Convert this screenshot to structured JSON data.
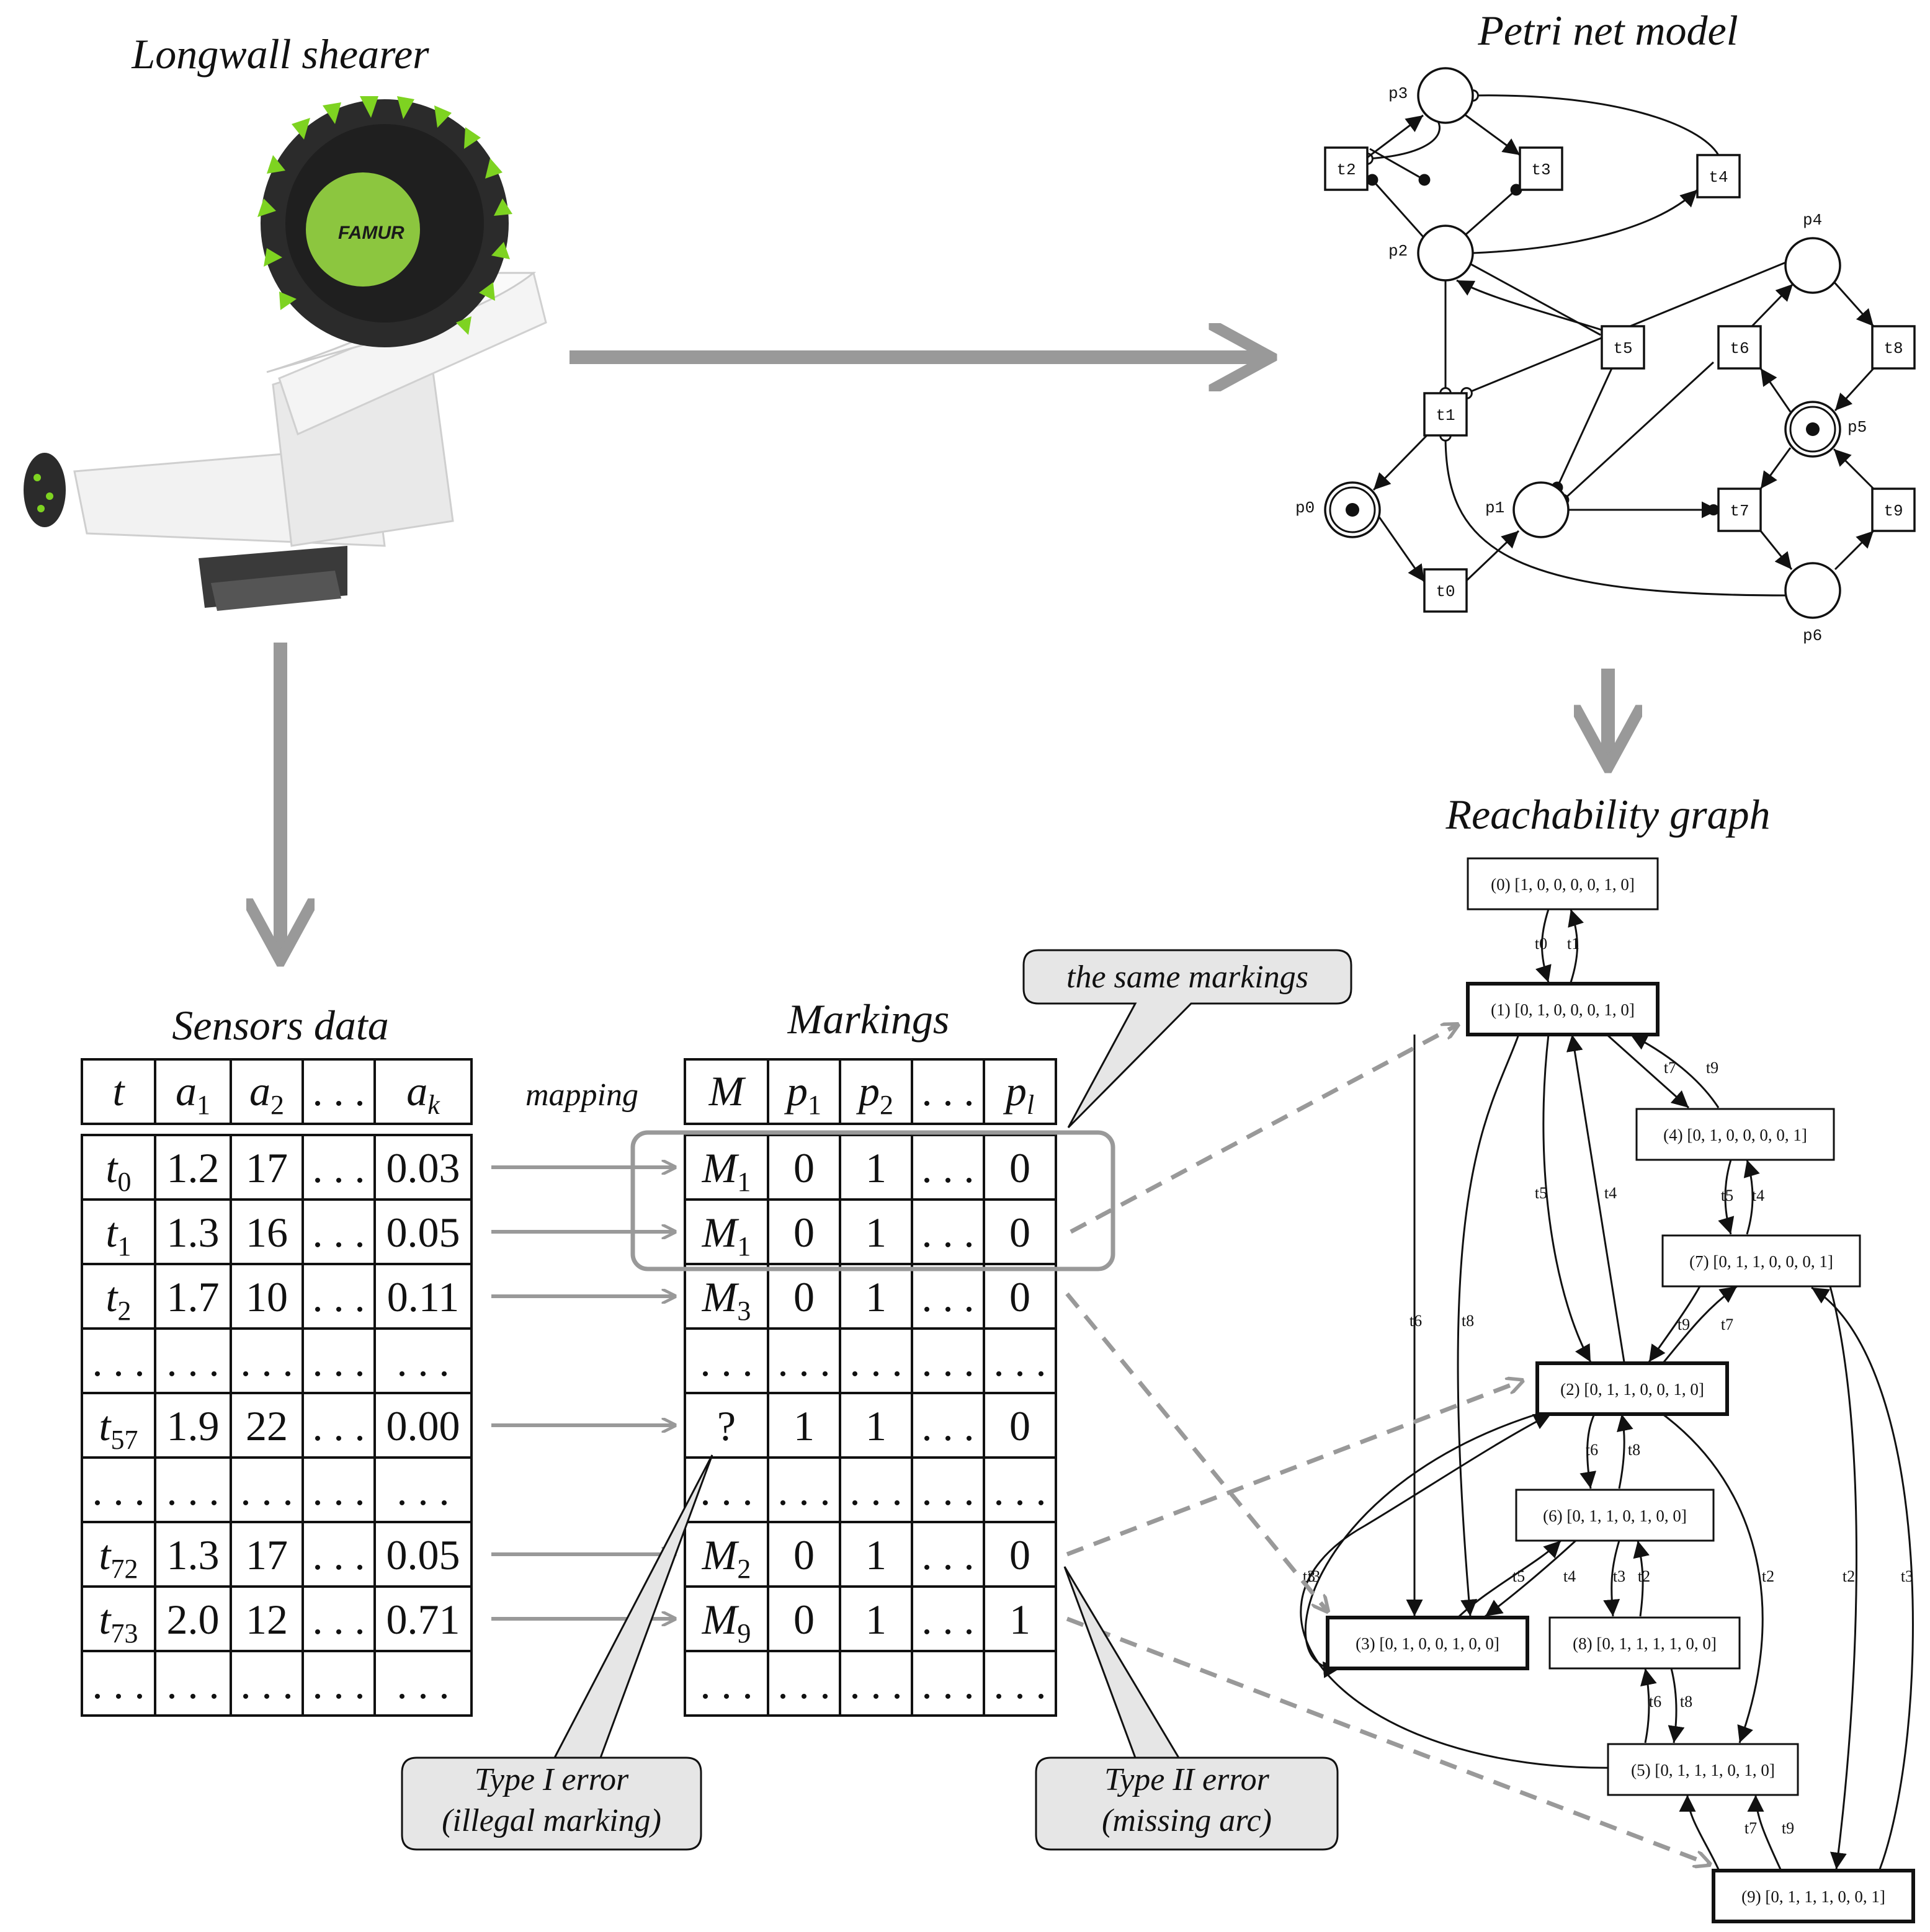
{
  "titles": {
    "shearer": "Longwall shearer",
    "petri": "Petri net model",
    "reach": "Reachability graph",
    "sensors": "Sensors data",
    "markings": "Markings",
    "mapping": "mapping"
  },
  "image": {
    "logo_text": "FAMUR"
  },
  "sensors_table": {
    "header": [
      "t",
      "a1",
      "a2",
      "...",
      "ak"
    ],
    "rows": [
      [
        "t0",
        "1.2",
        "17",
        "...",
        "0.03"
      ],
      [
        "t1",
        "1.3",
        "16",
        "...",
        "0.05"
      ],
      [
        "t2",
        "1.7",
        "10",
        "...",
        "0.11"
      ],
      [
        "...",
        "...",
        "...",
        "...",
        "..."
      ],
      [
        "t57",
        "1.9",
        "22",
        "...",
        "0.00"
      ],
      [
        "...",
        "...",
        "...",
        "...",
        "..."
      ],
      [
        "t72",
        "1.3",
        "17",
        "...",
        "0.05"
      ],
      [
        "t73",
        "2.0",
        "12",
        "...",
        "0.71"
      ],
      [
        "...",
        "...",
        "...",
        "...",
        "..."
      ]
    ]
  },
  "markings_table": {
    "header": [
      "M",
      "p1",
      "p2",
      "...",
      "pl"
    ],
    "rows": [
      [
        "M1",
        "0",
        "1",
        "...",
        "0"
      ],
      [
        "M1",
        "0",
        "1",
        "...",
        "0"
      ],
      [
        "M3",
        "0",
        "1",
        "...",
        "0"
      ],
      [
        "...",
        "...",
        "...",
        "...",
        "..."
      ],
      [
        "?",
        "1",
        "1",
        "...",
        "0"
      ],
      [
        "...",
        "...",
        "...",
        "...",
        "..."
      ],
      [
        "M2",
        "0",
        "1",
        "...",
        "0"
      ],
      [
        "M9",
        "0",
        "1",
        "...",
        "1"
      ],
      [
        "...",
        "...",
        "...",
        "...",
        "..."
      ]
    ]
  },
  "callouts": {
    "same": "the same markings",
    "type1_line1": "Type I error",
    "type1_line2": "(illegal marking)",
    "type2_line1": "Type II error",
    "type2_line2": "(missing arc)"
  },
  "petri_net": {
    "places": [
      "p0",
      "p1",
      "p2",
      "p3",
      "p4",
      "p5",
      "p6"
    ],
    "transitions": [
      "t0",
      "t1",
      "t2",
      "t3",
      "t4",
      "t5",
      "t6",
      "t7",
      "t8",
      "t9"
    ],
    "initial_tokens": {
      "p0": 1,
      "p5": 1
    }
  },
  "reachability_graph": {
    "nodes": [
      "(0) [1, 0, 0, 0, 0, 1, 0]",
      "(1) [0, 1, 0, 0, 0, 1, 0]",
      "(2) [0, 1, 1, 0, 0, 1, 0]",
      "(3) [0, 1, 0, 0, 1, 0, 0]",
      "(4) [0, 1, 0, 0, 0, 0, 1]",
      "(5) [0, 1, 1, 1, 0, 1, 0]",
      "(6) [0, 1, 1, 0, 1, 0, 0]",
      "(7) [0, 1, 1, 0, 0, 0, 1]",
      "(8) [0, 1, 1, 1, 1, 0, 0]",
      "(9) [0, 1, 1, 1, 0, 0, 1]"
    ],
    "edge_labels": [
      "t0",
      "t1",
      "t7",
      "t9",
      "t5",
      "t4",
      "t6",
      "t8",
      "t5",
      "t4",
      "t9",
      "t7",
      "t6",
      "t8",
      "t5",
      "t4",
      "t3",
      "t2",
      "t3",
      "t2",
      "t3",
      "t6",
      "t8",
      "t7",
      "t9",
      "t2",
      "t3"
    ]
  },
  "colors": {
    "arrow_gray": "#999999",
    "callout_fill": "#e6e6e6",
    "machine_green": "#7ed321",
    "drum_dark": "#2b2b2b"
  }
}
